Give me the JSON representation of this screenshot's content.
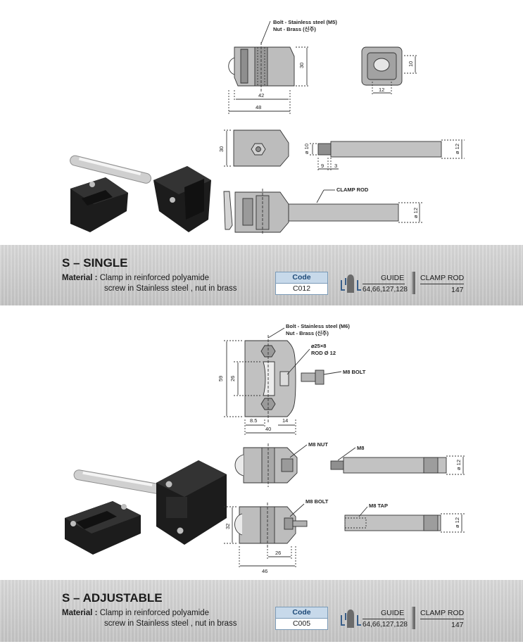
{
  "products": [
    {
      "title": "S – SINGLE",
      "material_label": "Material :",
      "material_line1": "Clamp in reinforced polyamide",
      "material_line2": "screw in Stainless steel , nut in brass",
      "code_header": "Code",
      "code": "C012",
      "guide_label": "GUIDE",
      "guide_values": "64,66,127,128",
      "rod_label": "CLAMP ROD",
      "rod_value": "147"
    },
    {
      "title": "S – ADJUSTABLE",
      "material_label": "Material :",
      "material_line1": "Clamp in reinforced polyamide",
      "material_line2": "screw in Stainless steel , nut in brass",
      "code_header": "Code",
      "code": "C005",
      "guide_label": "GUIDE",
      "guide_values": "64,66,127,128",
      "rod_label": "CLAMP ROD",
      "rod_value": "147"
    }
  ],
  "drawing1": {
    "bolt_note": "Bolt - Stainless steel (M5)",
    "nut_note": "Nut - Brass (신주)",
    "dim_30a": "30",
    "dim_42": "42",
    "dim_48": "48",
    "dim_10": "10",
    "dim_12": "12",
    "dim_30b": "30",
    "dim_d10": "ø 10",
    "dim_9": "9",
    "dim_3": "3",
    "dim_d12a": "ø 12",
    "clamp_rod": "CLAMP ROD",
    "dim_d12b": "ø 12"
  },
  "drawing2": {
    "bolt_note": "Bolt - Stainless steel (M6)",
    "nut_note": "Nut - Brass (신주)",
    "slot_note": "⌀25×8",
    "rod_note": "ROD Ø 12",
    "m8_bolt_a": "M8 BOLT",
    "dim_59": "59",
    "dim_26a": "26",
    "dim_85": "8.5",
    "dim_14": "14",
    "dim_40": "40",
    "m8_nut": "M8 NUT",
    "m8": "M8",
    "dim_d12a": "ø 12",
    "m8_bolt_b": "M8 BOLT",
    "m8_tap": "M8 TAP",
    "dim_d12b": "ø 12",
    "dim_32": "32",
    "dim_26b": "26",
    "dim_46": "46"
  }
}
